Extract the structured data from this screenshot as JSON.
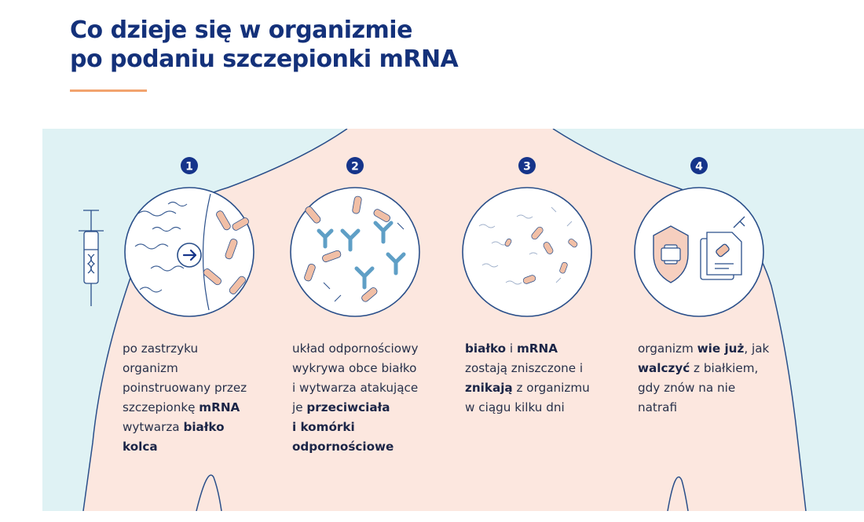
{
  "title": {
    "line1": "Co dzieje się w organizmie",
    "line2": "po podaniu szczepionki mRNA"
  },
  "colors": {
    "title": "#14317a",
    "accent_line": "#f2a36e",
    "background_sky": "#dff2f4",
    "body_fill": "#fce7df",
    "outline": "#2a4f8a",
    "step_badge": "#15348a",
    "protein": "#f1bfa6",
    "antibody": "#8cc6e0"
  },
  "steps": [
    {
      "number": "1",
      "icon": "syringe-dna-arrow-icon",
      "text": [
        {
          "t": "po zastrzyku",
          "b": false
        },
        {
          "br": true
        },
        {
          "t": "organizm",
          "b": false
        },
        {
          "br": true
        },
        {
          "t": "poinstruowany przez",
          "b": false
        },
        {
          "br": true
        },
        {
          "t": "szczepionkę ",
          "b": false
        },
        {
          "t": "mRNA",
          "b": true
        },
        {
          "br": true
        },
        {
          "t": "wytwarza ",
          "b": false
        },
        {
          "t": "białko",
          "b": true
        },
        {
          "br": true
        },
        {
          "t": "kolca",
          "b": true
        }
      ]
    },
    {
      "number": "2",
      "icon": "antibodies-icon",
      "text": [
        {
          "t": "układ odpornościowy",
          "b": false
        },
        {
          "br": true
        },
        {
          "t": "wykrywa obce białko",
          "b": false
        },
        {
          "br": true
        },
        {
          "t": "i wytwarza atakujące",
          "b": false
        },
        {
          "br": true
        },
        {
          "t": "je ",
          "b": false
        },
        {
          "t": "przeciwciała",
          "b": true
        },
        {
          "br": true
        },
        {
          "t": "i komórki",
          "b": true
        },
        {
          "br": true
        },
        {
          "t": "odpornościowe",
          "b": true
        }
      ]
    },
    {
      "number": "3",
      "icon": "destroyed-particles-icon",
      "text": [
        {
          "t": "białko",
          "b": true
        },
        {
          "t": " i ",
          "b": false
        },
        {
          "t": "mRNA",
          "b": true
        },
        {
          "br": true
        },
        {
          "t": "zostają zniszczone i",
          "b": false
        },
        {
          "br": true
        },
        {
          "t": "znikają",
          "b": true
        },
        {
          "t": " z organizmu",
          "b": false
        },
        {
          "br": true
        },
        {
          "t": "w ciągu kilku dni",
          "b": false
        }
      ]
    },
    {
      "number": "4",
      "icon": "shield-document-icon",
      "text": [
        {
          "t": "organizm ",
          "b": false
        },
        {
          "t": "wie już",
          "b": true
        },
        {
          "t": ", jak",
          "b": false
        },
        {
          "br": true
        },
        {
          "t": "walczyć",
          "b": true
        },
        {
          "t": " z białkiem,",
          "b": false
        },
        {
          "br": true
        },
        {
          "t": "gdy znów na nie",
          "b": false
        },
        {
          "br": true
        },
        {
          "t": "natrafi",
          "b": false
        }
      ]
    }
  ]
}
